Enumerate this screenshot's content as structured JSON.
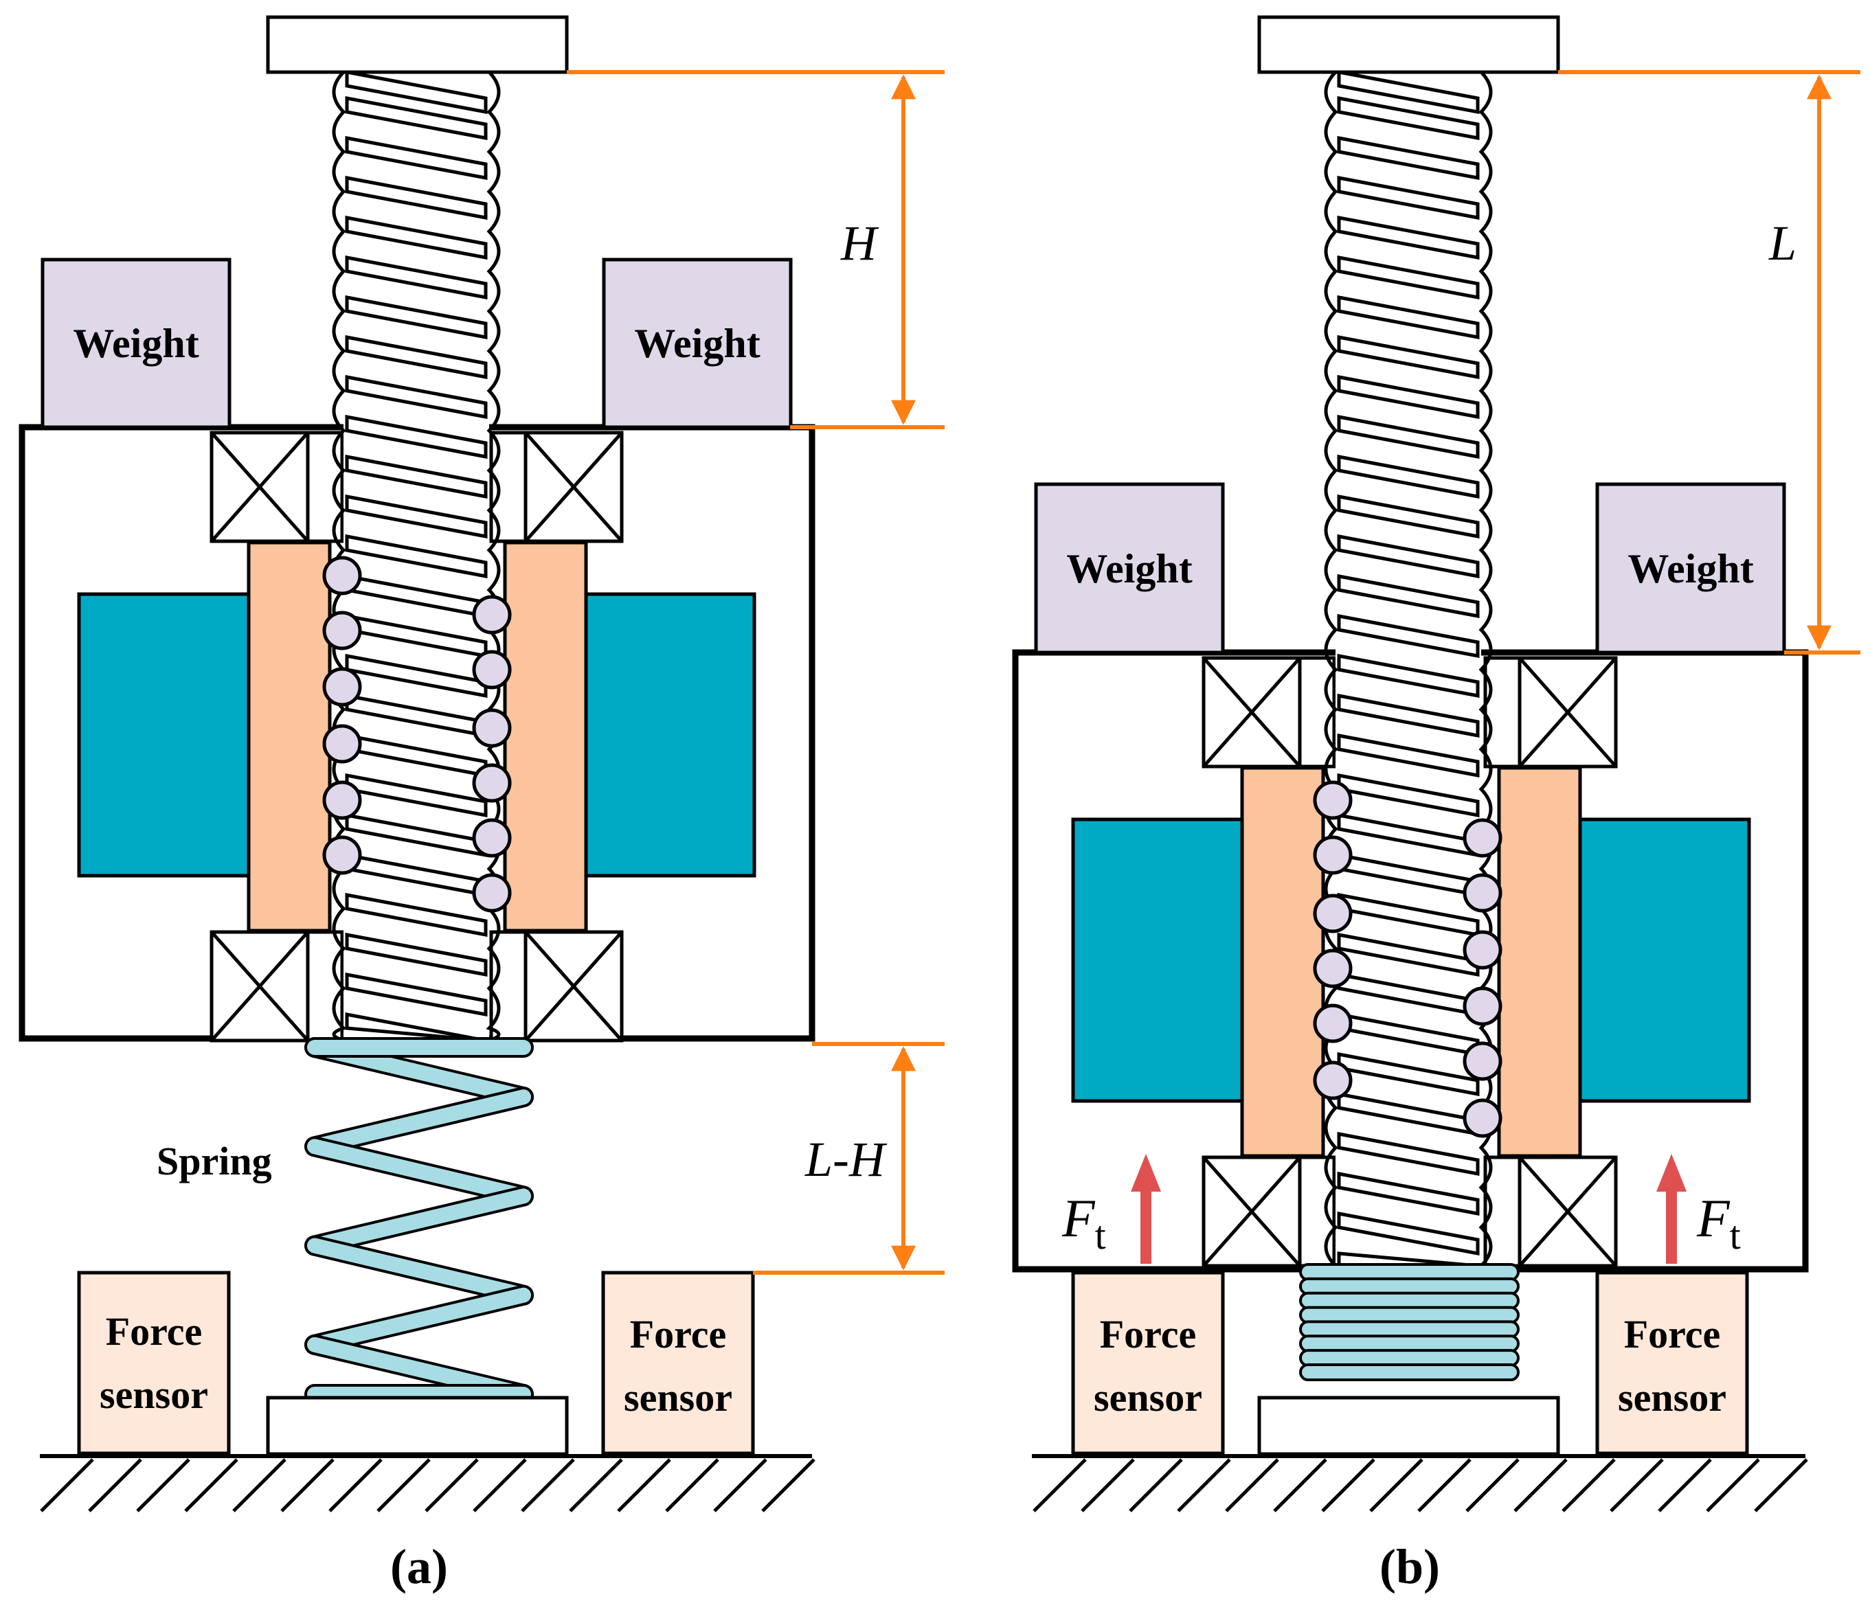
{
  "panel_a": {
    "caption": "(a)",
    "weight_label": "Weight",
    "force_sensor_line1": "Force",
    "force_sensor_line2": "sensor",
    "spring_label": "Spring",
    "dim_top": "H",
    "dim_bottom": "L-H"
  },
  "panel_b": {
    "caption": "(b)",
    "weight_label": "Weight",
    "force_sensor_line1": "Force",
    "force_sensor_line2": "sensor",
    "dim_top": "L",
    "force_symbol": "F",
    "force_subscript": "t"
  },
  "colors": {
    "weight": "#e0d8e8",
    "nut": "#fcc49c",
    "magnet": "#00aac4",
    "spring": "#a8dce4",
    "ball": "#e0d8ea",
    "sensor": "#fde8da",
    "dimension": "#ff7f12",
    "force_arrow": "#e05050"
  }
}
